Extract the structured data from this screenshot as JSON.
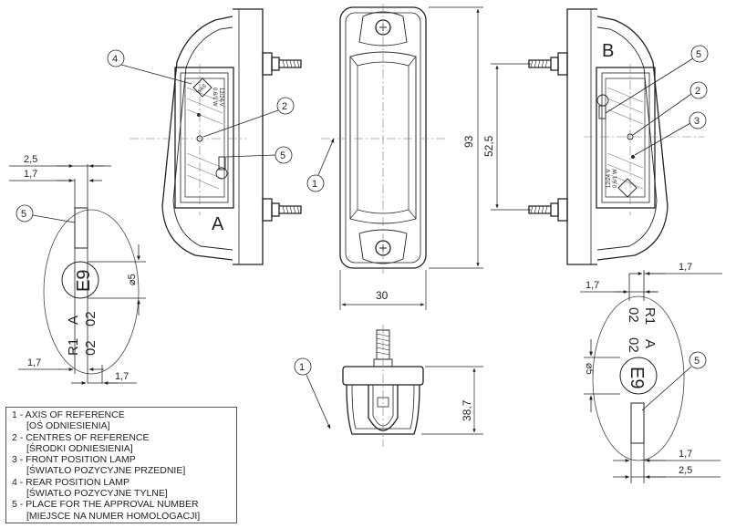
{
  "dimensions": {
    "d_2_5_left": "2,5",
    "d_1_7_left_top": "1,7",
    "d_1_7_left_bot_a": "1,7",
    "d_1_7_left_bot_b": "1,7",
    "dia_5_left": "⌀5",
    "d_30": "30",
    "d_93": "93",
    "d_52_5": "52,5",
    "d_38_7": "38,7",
    "d_1_7_right_top_a": "1,7",
    "d_1_7_right_top_b": "1,7",
    "dia_5_right": "⌀5",
    "d_1_7_right_bot": "1,7",
    "d_2_5_right": "2,5"
  },
  "callouts": {
    "c4": "4",
    "c2_left": "2",
    "c5_left": "5",
    "c1_center": "1",
    "c5_side": "5",
    "c1_bottom": "1",
    "c5_right": "5",
    "c2_right": "2",
    "c3_right": "3",
    "c5_right_bottom": "5"
  },
  "view_letters": {
    "a": "A",
    "b": "B"
  },
  "approval_mark": {
    "e_code": "E9",
    "line_a": "A",
    "line_b": "02",
    "line_c": "R1",
    "line_d": "02"
  },
  "lamp_marks": {
    "voltage": "12/24 V",
    "power": "0,6/1 W",
    "brand": "WAŚ"
  },
  "legend": [
    {
      "num": "1 - ",
      "en": "AXIS OF REFERENCE",
      "pl": "[OŚ ODNIESIENIA]"
    },
    {
      "num": "2 - ",
      "en": "CENTRES OF REFERENCE",
      "pl": "[ŚRODKI ODNIESIENIA]"
    },
    {
      "num": "3 - ",
      "en": "FRONT POSITION LAMP",
      "pl": "[ŚWIATŁO POZYCYJNE PRZEDNIE]"
    },
    {
      "num": "4 - ",
      "en": "REAR POSITION LAMP",
      "pl": "[ŚWIATŁO POZYCYJNE TYLNE]"
    },
    {
      "num": "5 - ",
      "en": "PLACE FOR THE APPROVAL NUMBER",
      "pl": "[MIEJSCE NA NUMER HOMOLOGACJI]"
    }
  ],
  "colors": {
    "line": "#222222",
    "axis": "#666666",
    "background": "#ffffff"
  }
}
